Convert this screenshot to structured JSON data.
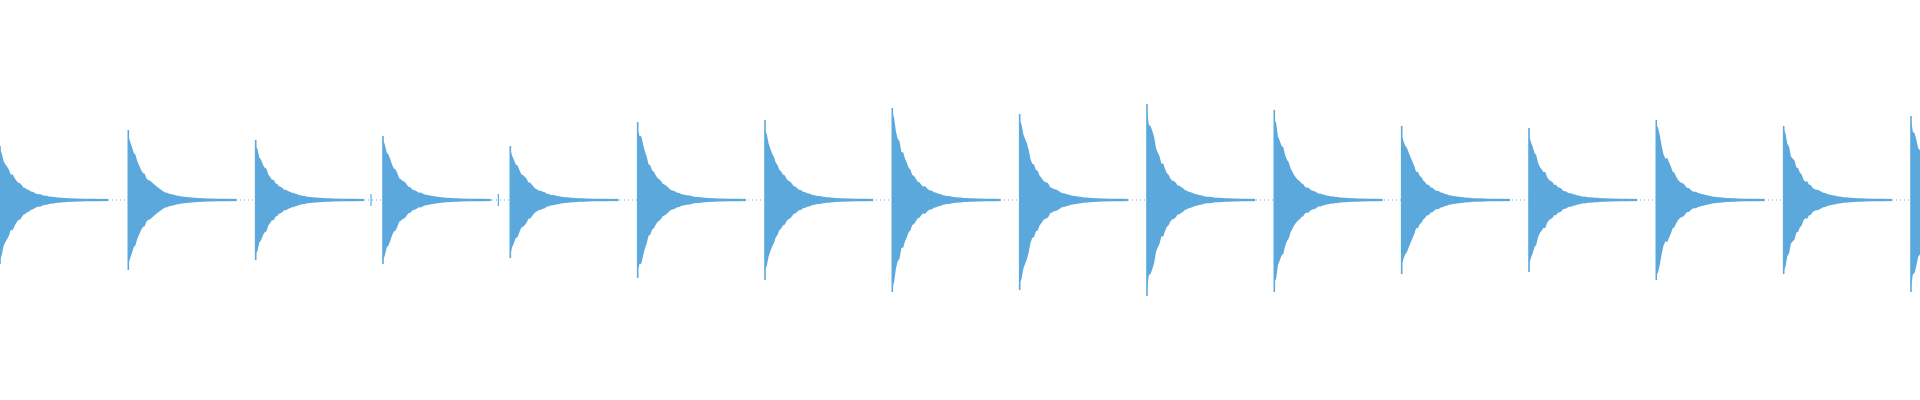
{
  "waveform": {
    "color": "#5aa8dc",
    "background": "#ffffff",
    "transients": [
      {
        "peak_up": 0.27,
        "peak_down": 0.32
      },
      {
        "peak_up": 0.35,
        "peak_down": 0.35
      },
      {
        "peak_up": 0.3,
        "peak_down": 0.3
      },
      {
        "peak_up": 0.32,
        "peak_down": 0.32
      },
      {
        "peak_up": 0.27,
        "peak_down": 0.29
      },
      {
        "peak_up": 0.39,
        "peak_down": 0.39
      },
      {
        "peak_up": 0.4,
        "peak_down": 0.4
      },
      {
        "peak_up": 0.46,
        "peak_down": 0.46
      },
      {
        "peak_up": 0.43,
        "peak_down": 0.45
      },
      {
        "peak_up": 0.48,
        "peak_down": 0.48
      },
      {
        "peak_up": 0.45,
        "peak_down": 0.46
      },
      {
        "peak_up": 0.37,
        "peak_down": 0.37
      },
      {
        "peak_up": 0.36,
        "peak_down": 0.36
      },
      {
        "peak_up": 0.4,
        "peak_down": 0.4
      },
      {
        "peak_up": 0.37,
        "peak_down": 0.37
      },
      {
        "peak_up": 0.42,
        "peak_down": 0.46
      }
    ],
    "gap_markers": [
      0.205,
      0.27
    ]
  }
}
